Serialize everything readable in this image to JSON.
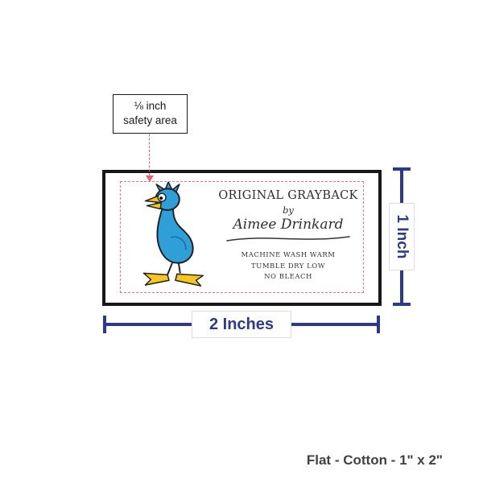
{
  "callout": {
    "line1": "⅛ inch",
    "line2": "safety area"
  },
  "label": {
    "title": "ORIGINAL GRAYBACK",
    "by": "by",
    "author": "Aimee Drinkard",
    "care": [
      "MACHINE WASH WARM",
      "TUMBLE DRY LOW",
      "NO BLEACH"
    ]
  },
  "dimensions": {
    "height_label": "1 Inch",
    "width_label": "2 Inches"
  },
  "footer": {
    "text": "Flat - Cotton - 1\" x 2\""
  },
  "icons": {
    "bird": "grayback-bird-illustration"
  },
  "colors": {
    "dimension_blue": "#2b3990",
    "safety_red": "#f0718a",
    "frame_black": "#181818",
    "bird_blue": "#2f9fd8",
    "bird_yellow": "#f6c51e",
    "footer_gray": "#414042"
  }
}
